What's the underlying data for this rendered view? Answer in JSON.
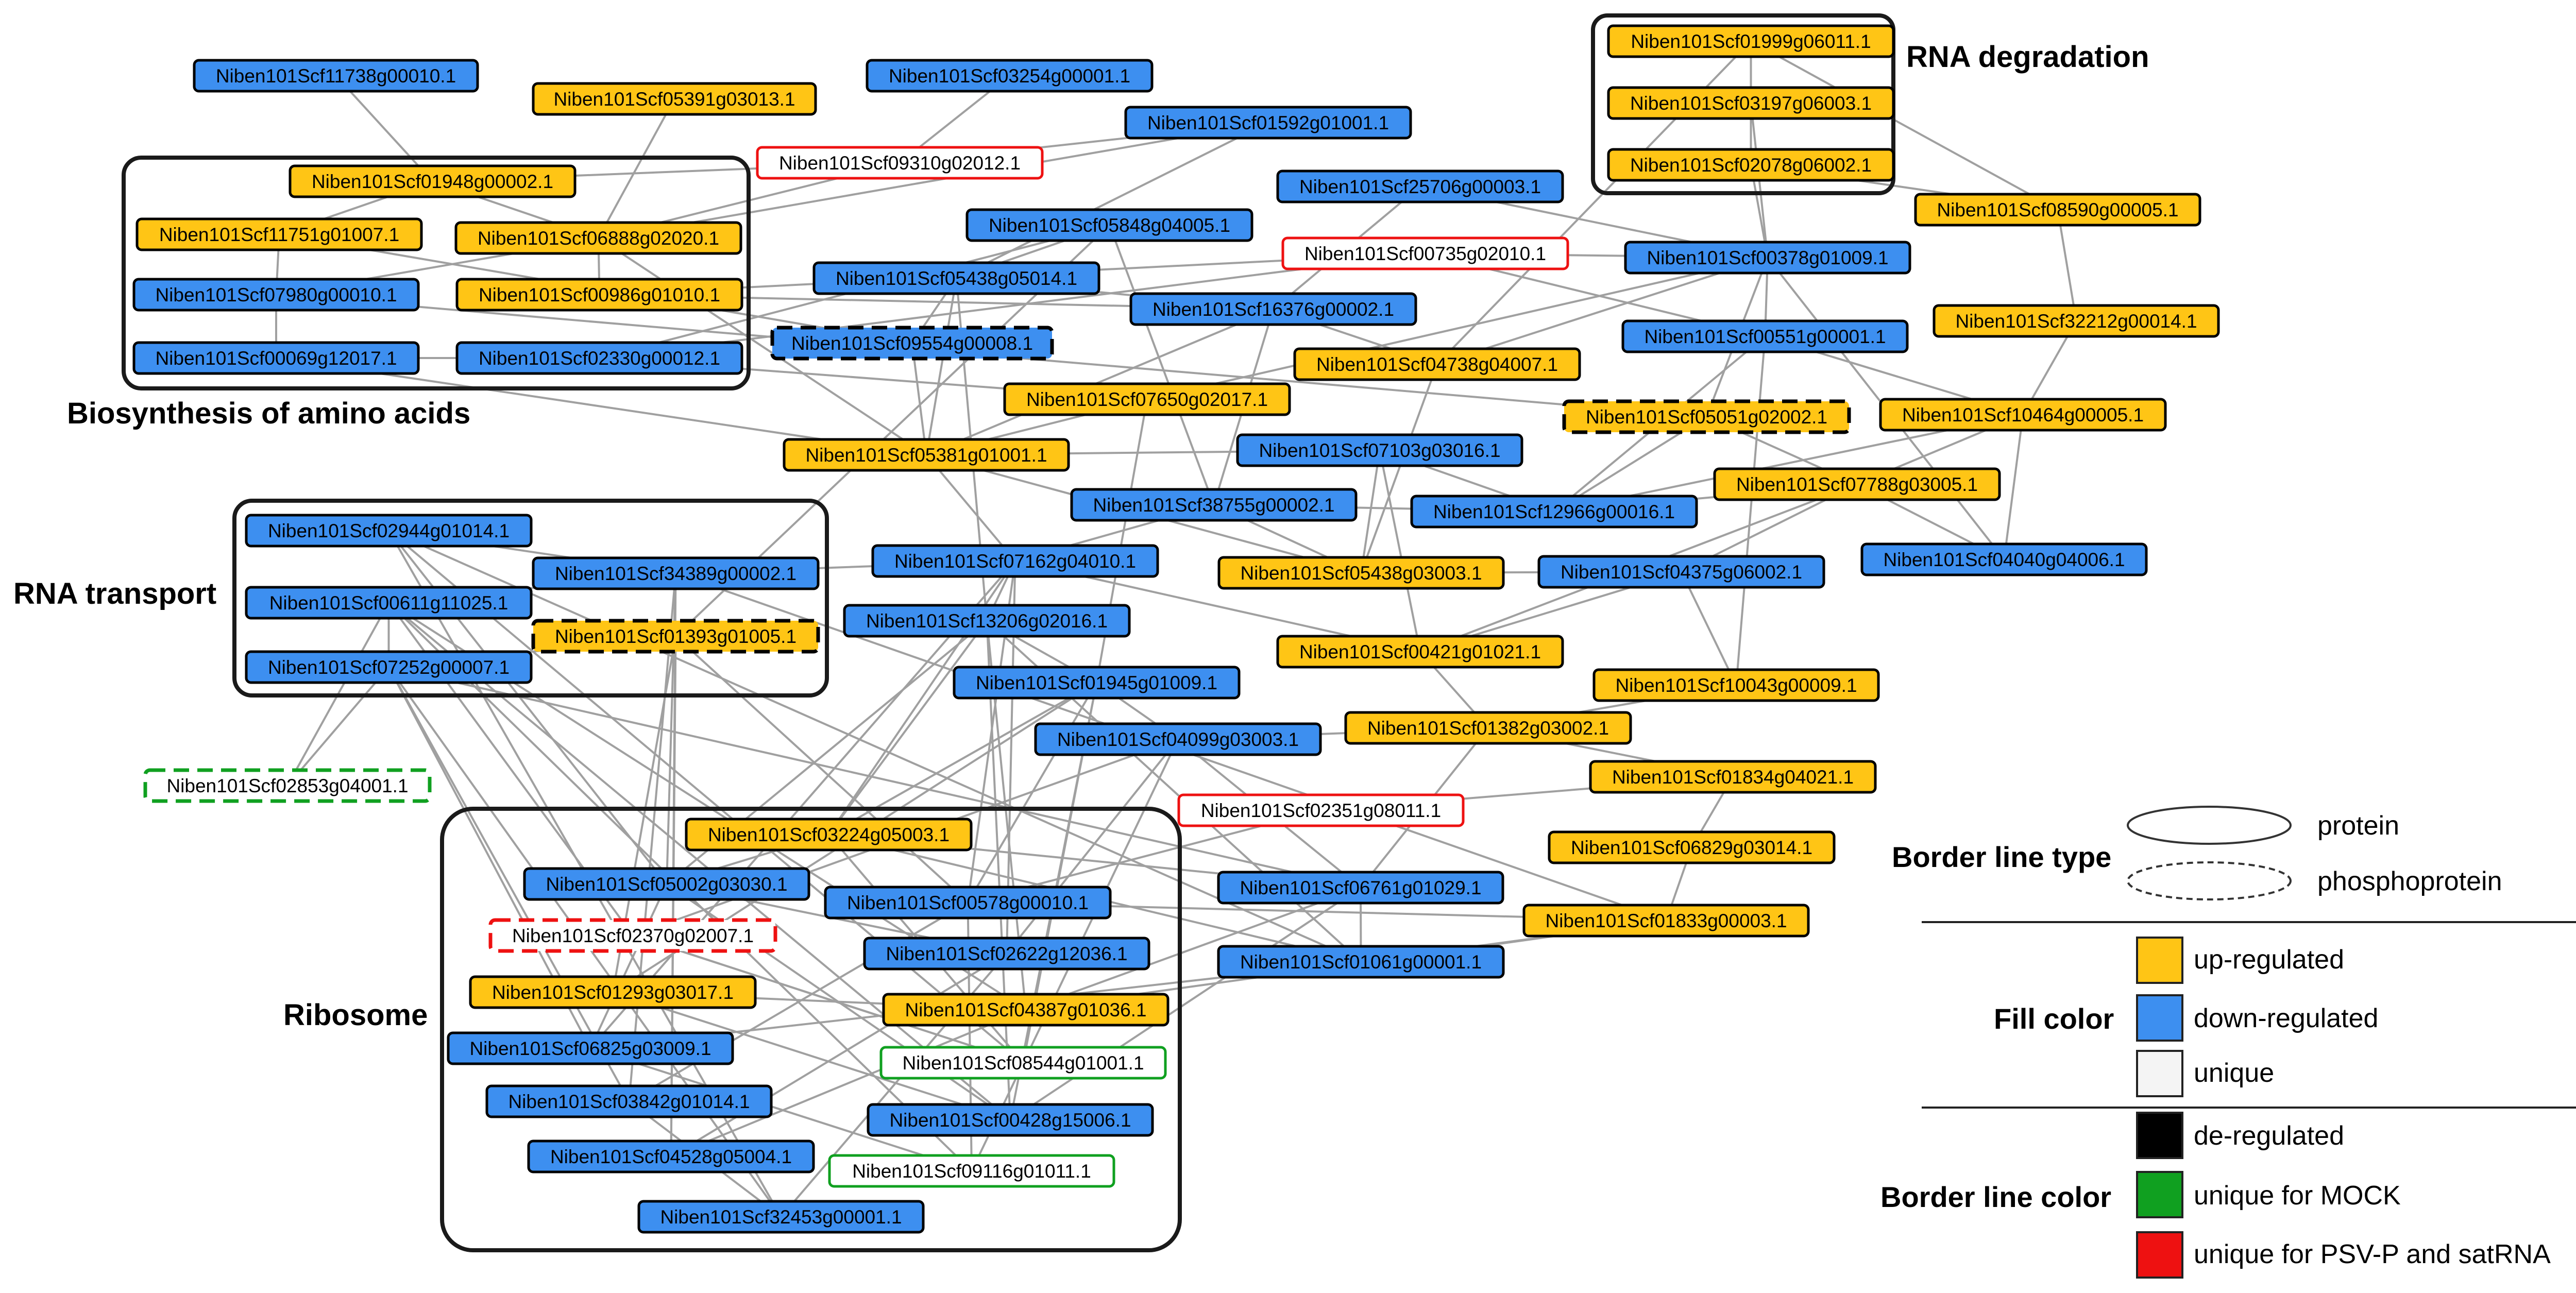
{
  "colors": {
    "up": "#ffc515",
    "down": "#3d8ff0",
    "unique": "#ffffff",
    "border_deregulated": "#000000",
    "border_mock": "#10a020",
    "border_psv": "#ee1111",
    "edge": "#a0a0a0"
  },
  "clusters": [
    {
      "id": "rna-degradation",
      "label": "RNA degradation"
    },
    {
      "id": "amino-acids",
      "label": "Biosynthesis of amino acids"
    },
    {
      "id": "rna-transport",
      "label": "RNA transport"
    },
    {
      "id": "ribosome",
      "label": "Ribosome"
    }
  ],
  "nodes": [
    {
      "id": "Niben101Scf11738g00010.1",
      "fill": "down",
      "border": "dereg",
      "dash": false
    },
    {
      "id": "Niben101Scf05391g03013.1",
      "fill": "up",
      "border": "dereg",
      "dash": false
    },
    {
      "id": "Niben101Scf03254g00001.1",
      "fill": "down",
      "border": "dereg",
      "dash": false
    },
    {
      "id": "Niben101Scf01592g01001.1",
      "fill": "down",
      "border": "dereg",
      "dash": false
    },
    {
      "id": "Niben101Scf09310g02012.1",
      "fill": "unique",
      "border": "psv",
      "dash": false
    },
    {
      "id": "Niben101Scf01948g00002.1",
      "fill": "up",
      "border": "dereg",
      "dash": false
    },
    {
      "id": "Niben101Scf11751g01007.1",
      "fill": "up",
      "border": "dereg",
      "dash": false
    },
    {
      "id": "Niben101Scf06888g02020.1",
      "fill": "up",
      "border": "dereg",
      "dash": false
    },
    {
      "id": "Niben101Scf07980g00010.1",
      "fill": "down",
      "border": "dereg",
      "dash": false
    },
    {
      "id": "Niben101Scf00986g01010.1",
      "fill": "up",
      "border": "dereg",
      "dash": false
    },
    {
      "id": "Niben101Scf00069g12017.1",
      "fill": "down",
      "border": "dereg",
      "dash": false
    },
    {
      "id": "Niben101Scf02330g00012.1",
      "fill": "down",
      "border": "dereg",
      "dash": false
    },
    {
      "id": "Niben101Scf05848g04005.1",
      "fill": "down",
      "border": "dereg",
      "dash": false
    },
    {
      "id": "Niben101Scf05438g05014.1",
      "fill": "down",
      "border": "dereg",
      "dash": false
    },
    {
      "id": "Niben101Scf09554g00008.1",
      "fill": "down",
      "border": "dereg",
      "dash": true
    },
    {
      "id": "Niben101Scf25706g00003.1",
      "fill": "down",
      "border": "dereg",
      "dash": false
    },
    {
      "id": "Niben101Scf00735g02010.1",
      "fill": "unique",
      "border": "psv",
      "dash": false
    },
    {
      "id": "Niben101Scf16376g00002.1",
      "fill": "down",
      "border": "dereg",
      "dash": false
    },
    {
      "id": "Niben101Scf04738g04007.1",
      "fill": "up",
      "border": "dereg",
      "dash": false
    },
    {
      "id": "Niben101Scf07650g02017.1",
      "fill": "up",
      "border": "dereg",
      "dash": false
    },
    {
      "id": "Niben101Scf01999g06011.1",
      "fill": "up",
      "border": "dereg",
      "dash": false
    },
    {
      "id": "Niben101Scf03197g06003.1",
      "fill": "up",
      "border": "dereg",
      "dash": false
    },
    {
      "id": "Niben101Scf02078g06002.1",
      "fill": "up",
      "border": "dereg",
      "dash": false
    },
    {
      "id": "Niben101Scf08590g00005.1",
      "fill": "up",
      "border": "dereg",
      "dash": false
    },
    {
      "id": "Niben101Scf00378g01009.1",
      "fill": "down",
      "border": "dereg",
      "dash": false
    },
    {
      "id": "Niben101Scf32212g00014.1",
      "fill": "up",
      "border": "dereg",
      "dash": false
    },
    {
      "id": "Niben101Scf00551g00001.1",
      "fill": "down",
      "border": "dereg",
      "dash": false
    },
    {
      "id": "Niben101Scf05051g02002.1",
      "fill": "up",
      "border": "dereg",
      "dash": true
    },
    {
      "id": "Niben101Scf10464g00005.1",
      "fill": "up",
      "border": "dereg",
      "dash": false
    },
    {
      "id": "Niben101Scf05381g01001.1",
      "fill": "up",
      "border": "dereg",
      "dash": false
    },
    {
      "id": "Niben101Scf07103g03016.1",
      "fill": "down",
      "border": "dereg",
      "dash": false
    },
    {
      "id": "Niben101Scf38755g00002.1",
      "fill": "down",
      "border": "dereg",
      "dash": false
    },
    {
      "id": "Niben101Scf12966g00016.1",
      "fill": "down",
      "border": "dereg",
      "dash": false
    },
    {
      "id": "Niben101Scf07788g03005.1",
      "fill": "up",
      "border": "dereg",
      "dash": false
    },
    {
      "id": "Niben101Scf02944g01014.1",
      "fill": "down",
      "border": "dereg",
      "dash": false
    },
    {
      "id": "Niben101Scf34389g00002.1",
      "fill": "down",
      "border": "dereg",
      "dash": false
    },
    {
      "id": "Niben101Scf00611g11025.1",
      "fill": "down",
      "border": "dereg",
      "dash": false
    },
    {
      "id": "Niben101Scf01393g01005.1",
      "fill": "up",
      "border": "dereg",
      "dash": true
    },
    {
      "id": "Niben101Scf07252g00007.1",
      "fill": "down",
      "border": "dereg",
      "dash": false
    },
    {
      "id": "Niben101Scf07162g04010.1",
      "fill": "down",
      "border": "dereg",
      "dash": false
    },
    {
      "id": "Niben101Scf13206g02016.1",
      "fill": "down",
      "border": "dereg",
      "dash": false
    },
    {
      "id": "Niben101Scf05438g03003.1",
      "fill": "up",
      "border": "dereg",
      "dash": false
    },
    {
      "id": "Niben101Scf04375g06002.1",
      "fill": "down",
      "border": "dereg",
      "dash": false
    },
    {
      "id": "Niben101Scf04040g04006.1",
      "fill": "down",
      "border": "dereg",
      "dash": false
    },
    {
      "id": "Niben101Scf00421g01021.1",
      "fill": "up",
      "border": "dereg",
      "dash": false
    },
    {
      "id": "Niben101Scf01945g01009.1",
      "fill": "down",
      "border": "dereg",
      "dash": false
    },
    {
      "id": "Niben101Scf10043g00009.1",
      "fill": "up",
      "border": "dereg",
      "dash": false
    },
    {
      "id": "Niben101Scf04099g03003.1",
      "fill": "down",
      "border": "dereg",
      "dash": false
    },
    {
      "id": "Niben101Scf01382g03002.1",
      "fill": "up",
      "border": "dereg",
      "dash": false
    },
    {
      "id": "Niben101Scf02853g04001.1",
      "fill": "unique",
      "border": "mock",
      "dash": true
    },
    {
      "id": "Niben101Scf02351g08011.1",
      "fill": "unique",
      "border": "psv",
      "dash": false
    },
    {
      "id": "Niben101Scf01834g04021.1",
      "fill": "up",
      "border": "dereg",
      "dash": false
    },
    {
      "id": "Niben101Scf03224g05003.1",
      "fill": "up",
      "border": "dereg",
      "dash": false
    },
    {
      "id": "Niben101Scf06829g03014.1",
      "fill": "up",
      "border": "dereg",
      "dash": false
    },
    {
      "id": "Niben101Scf05002g03030.1",
      "fill": "down",
      "border": "dereg",
      "dash": false
    },
    {
      "id": "Niben101Scf00578g00010.1",
      "fill": "down",
      "border": "dereg",
      "dash": false
    },
    {
      "id": "Niben101Scf06761g01029.1",
      "fill": "down",
      "border": "dereg",
      "dash": false
    },
    {
      "id": "Niben101Scf02370g02007.1",
      "fill": "unique",
      "border": "psv",
      "dash": true
    },
    {
      "id": "Niben101Scf01833g00003.1",
      "fill": "up",
      "border": "dereg",
      "dash": false
    },
    {
      "id": "Niben101Scf02622g12036.1",
      "fill": "down",
      "border": "dereg",
      "dash": false
    },
    {
      "id": "Niben101Scf01061g00001.1",
      "fill": "down",
      "border": "dereg",
      "dash": false
    },
    {
      "id": "Niben101Scf01293g03017.1",
      "fill": "up",
      "border": "dereg",
      "dash": false
    },
    {
      "id": "Niben101Scf04387g01036.1",
      "fill": "up",
      "border": "dereg",
      "dash": false
    },
    {
      "id": "Niben101Scf06825g03009.1",
      "fill": "down",
      "border": "dereg",
      "dash": false
    },
    {
      "id": "Niben101Scf08544g01001.1",
      "fill": "unique",
      "border": "mock",
      "dash": false
    },
    {
      "id": "Niben101Scf03842g01014.1",
      "fill": "down",
      "border": "dereg",
      "dash": false
    },
    {
      "id": "Niben101Scf00428g15006.1",
      "fill": "down",
      "border": "dereg",
      "dash": false
    },
    {
      "id": "Niben101Scf04528g05004.1",
      "fill": "down",
      "border": "dereg",
      "dash": false
    },
    {
      "id": "Niben101Scf09116g01011.1",
      "fill": "unique",
      "border": "mock",
      "dash": false
    },
    {
      "id": "Niben101Scf32453g00001.1",
      "fill": "down",
      "border": "dereg",
      "dash": false
    }
  ],
  "legend": {
    "border_line_type": {
      "title": "Border line type",
      "items": [
        {
          "label": "protein",
          "style": "solid"
        },
        {
          "label": "phosphoprotein",
          "style": "dashed"
        }
      ]
    },
    "fill_color": {
      "title": "Fill color",
      "items": [
        {
          "label": "up-regulated",
          "color": "#ffc515"
        },
        {
          "label": "down-regulated",
          "color": "#3d8ff0"
        },
        {
          "label": "unique",
          "color": "#f4f4f4"
        }
      ]
    },
    "border_line_color": {
      "title": "Border line color",
      "items": [
        {
          "label": "de-regulated",
          "color": "#000000"
        },
        {
          "label": "unique for MOCK",
          "color": "#10a020"
        },
        {
          "label": "unique for PSV-P and satRNA",
          "color": "#ee1111"
        }
      ]
    }
  }
}
